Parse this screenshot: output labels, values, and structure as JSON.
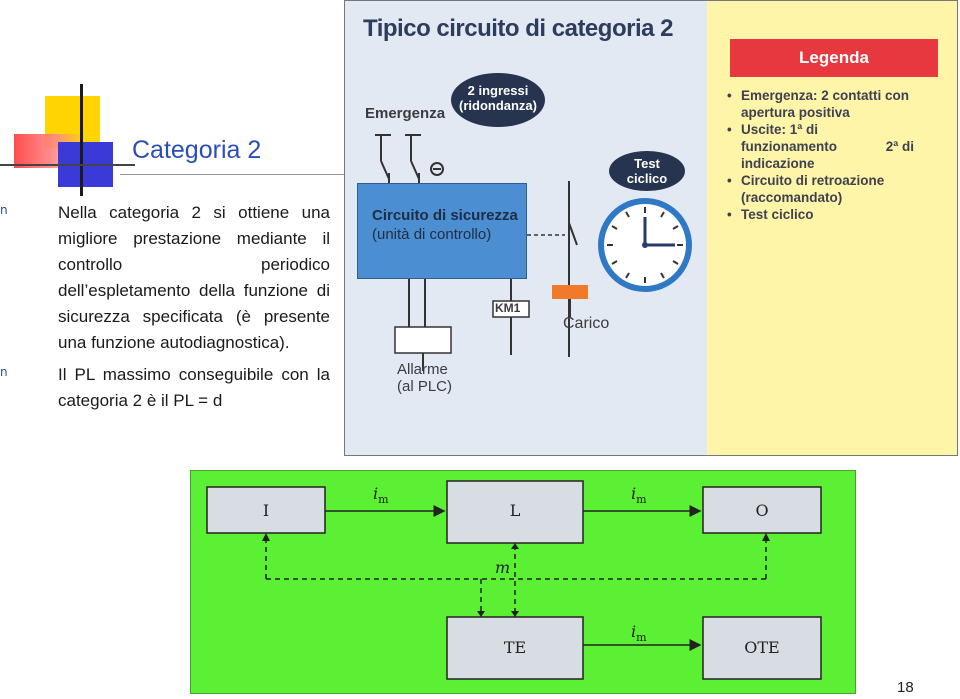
{
  "slide": {
    "title": "Categoria 2",
    "bullet_marker": "n",
    "bullets": [
      "Nella categoria 2 si ottiene una migliore prestazione mediante il controllo periodico dell’espletamento della funzione di sicurezza specificata (è presente una funzione autodiagnostica).",
      "Il PL massimo conseguibile con la categoria 2 è il PL = d"
    ],
    "page_number": "18"
  },
  "figure_top": {
    "title": "Tipico circuito di categoria 2",
    "emergency_label": "Emergenza",
    "bubble_inputs": [
      "2 ingressi",
      "(ridondanza)"
    ],
    "bubble_test": [
      "Test",
      "ciclico"
    ],
    "safety_circuit": [
      "Circuito di sicurezza",
      "(unità di controllo)"
    ],
    "km_label": "KM1",
    "load_label": "Carico",
    "alarm_label": [
      "Allarme",
      "(al PLC)"
    ],
    "legend_title": "Legenda",
    "legend_items": [
      "Emergenza: 2 contatti con apertura positiva",
      "Uscite: 1ª di funzionamento             2ª di indicazione",
      "Circuito di retroazione (raccomandato)",
      "Test ciclico"
    ],
    "colors": {
      "accent_red": "#e8383f",
      "circuit_blue": "#4b8ed1",
      "legend_bg": "#fff5a8",
      "load_orange": "#f07a2a"
    }
  },
  "figure_bottom": {
    "nodes": {
      "input": "I",
      "logic": "L",
      "output": "O",
      "test_equipment": "TE",
      "ote": "OTE"
    },
    "signal_label": "i",
    "signal_sub": "m",
    "monitor_label": "m",
    "background": "#5cf035"
  }
}
